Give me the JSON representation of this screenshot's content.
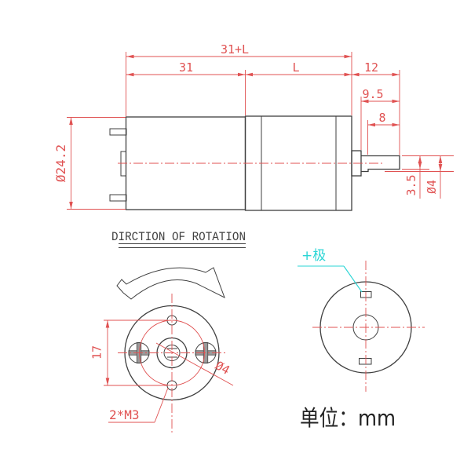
{
  "colors": {
    "outline": "#3f3f3f",
    "dimension": "#e05252",
    "accent_cyan": "#2bd5d5",
    "text_ink": "#222222",
    "background": "#ffffff"
  },
  "side_view": {
    "dim_total_length": "31+L",
    "dim_gearbox_length": "31",
    "dim_motor_length": "L",
    "dim_shaft_assembly": "12",
    "dim_shaft_protrusion": "9.5",
    "dim_shaft_flat_length": "8",
    "dim_body_diameter": "Ø24.2",
    "dim_shaft_flat_height": "3.5",
    "dim_shaft_diameter": "Ø4"
  },
  "rotation": {
    "title": "DIRCTION OF ROTATION"
  },
  "face_view": {
    "dim_mount_hole_spacing": "17",
    "dim_shaft_diameter": "Ø4",
    "dim_mount_screws": "2*M3"
  },
  "back_view": {
    "polarity_label": "+极"
  },
  "footer": {
    "unit_label": "单位：mm"
  }
}
